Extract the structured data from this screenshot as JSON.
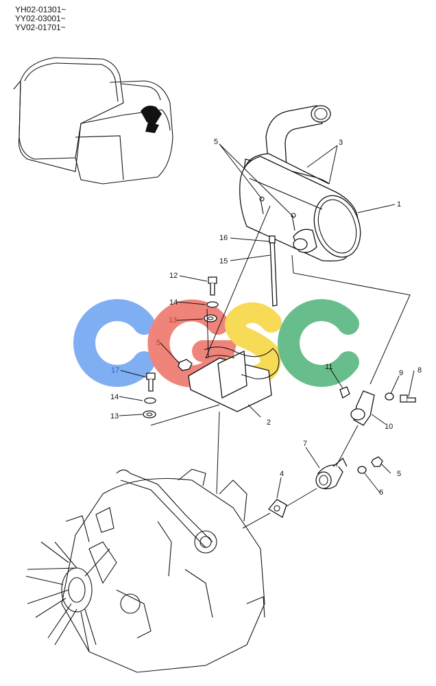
{
  "serial_numbers": [
    "YH02-01301~",
    "YY02-03001~",
    "YV02-01701~"
  ],
  "watermark": {
    "letters": [
      "C",
      "G",
      "S",
      "C"
    ],
    "colors": [
      "#7aaaf2",
      "#ef7e74",
      "#f7d94e",
      "#5fba86"
    ]
  },
  "callouts": {
    "c1": "1",
    "c2": "2",
    "c3": "3",
    "c4": "4",
    "c5a": "5",
    "c5b": "5",
    "c5c": "5",
    "c6": "6",
    "c7": "7",
    "c8": "8",
    "c9": "9",
    "c10": "10",
    "c11": "11",
    "c12": "12",
    "c13a": "13",
    "c13b": "13",
    "c14a": "14",
    "c14b": "14",
    "c15": "15",
    "c16": "16",
    "c17": "17"
  }
}
